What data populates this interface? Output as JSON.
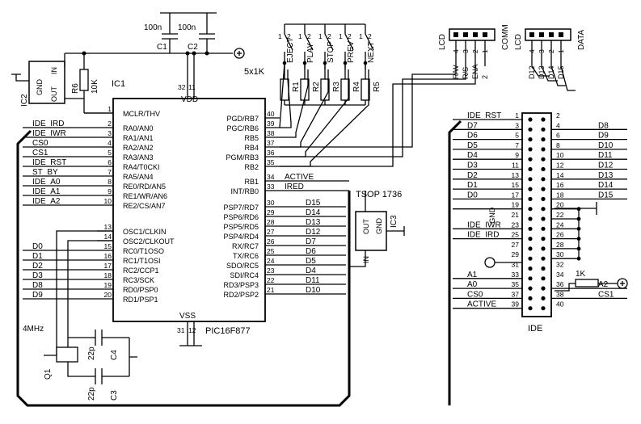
{
  "ic1": {
    "ref": "IC1",
    "name": "PIC16F877",
    "vdd": "VDD",
    "vss": "VSS",
    "vdd_pins": [
      "32",
      "11"
    ],
    "vss_pins": [
      "31",
      "12"
    ],
    "pins_left": [
      {
        "pin": "1",
        "label": "MCLR/THV",
        "net": ""
      },
      {
        "pin": "2",
        "label": "RA0/AN0",
        "net": "IDE_IRD"
      },
      {
        "pin": "3",
        "label": "RA1/AN1",
        "net": "IDE_IWR"
      },
      {
        "pin": "4",
        "label": "RA2/AN2",
        "net": "CS0"
      },
      {
        "pin": "5",
        "label": "RA3/AN3",
        "net": "CS1"
      },
      {
        "pin": "6",
        "label": "RA4/T0CKI",
        "net": "IDE_RST"
      },
      {
        "pin": "7",
        "label": "RA5/AN4",
        "net": "ST_BY"
      },
      {
        "pin": "8",
        "label": "RE0/RD/AN5",
        "net": "IDE_A0"
      },
      {
        "pin": "9",
        "label": "RE1/WR/AN6",
        "net": "IDE_A1"
      },
      {
        "pin": "10",
        "label": "RE2/CS/AN7",
        "net": "IDE_A2"
      },
      {
        "pin": "13",
        "label": "OSC1/CLKIN",
        "net": ""
      },
      {
        "pin": "14",
        "label": "OSC2/CLKOUT",
        "net": ""
      },
      {
        "pin": "15",
        "label": "RC0/T1OSO",
        "net": "D0"
      },
      {
        "pin": "16",
        "label": "RC1/T1OSI",
        "net": "D1"
      },
      {
        "pin": "17",
        "label": "RC2/CCP1",
        "net": "D2"
      },
      {
        "pin": "18",
        "label": "RC3/SCK",
        "net": "D3"
      },
      {
        "pin": "19",
        "label": "RD0/PSP0",
        "net": "D8"
      },
      {
        "pin": "20",
        "label": "RD1/PSP1",
        "net": "D9"
      }
    ],
    "pins_right": [
      {
        "pin": "40",
        "label": "PGD/RB7",
        "net": ""
      },
      {
        "pin": "39",
        "label": "PGC/RB6",
        "net": ""
      },
      {
        "pin": "38",
        "label": "RB5",
        "net": ""
      },
      {
        "pin": "37",
        "label": "RB4",
        "net": ""
      },
      {
        "pin": "36",
        "label": "PGM/RB3",
        "net": ""
      },
      {
        "pin": "35",
        "label": "RB2",
        "net": ""
      },
      {
        "pin": "34",
        "label": "RB1",
        "net": "ACTIVE"
      },
      {
        "pin": "33",
        "label": "INT/RB0",
        "net": "IRED"
      },
      {
        "pin": "30",
        "label": "PSP7/RD7",
        "net": "D15"
      },
      {
        "pin": "29",
        "label": "PSP6/RD6",
        "net": "D14"
      },
      {
        "pin": "28",
        "label": "PSP5/RD5",
        "net": "D13"
      },
      {
        "pin": "27",
        "label": "PSP4/RD4",
        "net": "D12"
      },
      {
        "pin": "26",
        "label": "RX/RC7",
        "net": "D7"
      },
      {
        "pin": "25",
        "label": "TX/RC6",
        "net": "D6"
      },
      {
        "pin": "24",
        "label": "SDO/RC5",
        "net": "D5"
      },
      {
        "pin": "23",
        "label": "SDI/RC4",
        "net": "D4"
      },
      {
        "pin": "22",
        "label": "RD3/PSP3",
        "net": "D11"
      },
      {
        "pin": "21",
        "label": "RD2/PSP2",
        "net": "D10"
      }
    ]
  },
  "ic2": {
    "ref": "IC2",
    "in": "IN",
    "out": "OUT",
    "gnd": "GND"
  },
  "ic3": {
    "ref": "IC3",
    "name": "TSOP 1736",
    "out": "OUT",
    "gnd": "GND",
    "in": "IN"
  },
  "caps_top": [
    {
      "ref": "C1",
      "value": "100n"
    },
    {
      "ref": "C2",
      "value": "100n"
    }
  ],
  "caps_xtal": [
    {
      "ref": "C4",
      "value": "22p"
    },
    {
      "ref": "C3",
      "value": "22p"
    }
  ],
  "crystal": {
    "ref": "Q1",
    "value": "4MHz"
  },
  "r6": {
    "ref": "R6",
    "value": "10K"
  },
  "r_array_note": "5x1K",
  "r_extra": {
    "ref": "A2",
    "value": "1K"
  },
  "switches": [
    {
      "name": "EJECT",
      "res": "R1"
    },
    {
      "name": "PLAY",
      "res": "R2"
    },
    {
      "name": "STOP",
      "res": "R3"
    },
    {
      "name": "PREV",
      "res": "R4"
    },
    {
      "name": "NEXT",
      "res": "R5"
    }
  ],
  "switch_pins": [
    "1",
    "2"
  ],
  "lcd_comm": {
    "label": "LCD",
    "name": "COMM",
    "pins": [
      "4",
      "3",
      "2",
      "1"
    ],
    "signals": [
      "R/W",
      "R/S",
      "ENA",
      "2"
    ]
  },
  "lcd_data": {
    "label": "LCD",
    "name": "DATA",
    "pins": [
      "4",
      "3",
      "2",
      "1"
    ],
    "signals": [
      "D12",
      "D13",
      "D14",
      "D15"
    ]
  },
  "ide": {
    "name": "IDE",
    "rows": [
      {
        "left_net": "IDE_RST",
        "lp": "1",
        "rp": "2",
        "right_net": ""
      },
      {
        "left_net": "D7",
        "lp": "3",
        "rp": "4",
        "right_net": "D8"
      },
      {
        "left_net": "D6",
        "lp": "5",
        "rp": "6",
        "right_net": "D9"
      },
      {
        "left_net": "D5",
        "lp": "7",
        "rp": "8",
        "right_net": "D10"
      },
      {
        "left_net": "D4",
        "lp": "9",
        "rp": "10",
        "right_net": "D11"
      },
      {
        "left_net": "D3",
        "lp": "11",
        "rp": "12",
        "right_net": "D12"
      },
      {
        "left_net": "D2",
        "lp": "13",
        "rp": "14",
        "right_net": "D13"
      },
      {
        "left_net": "D1",
        "lp": "15",
        "rp": "16",
        "right_net": "D14"
      },
      {
        "left_net": "D0",
        "lp": "17",
        "rp": "18",
        "right_net": "D15"
      },
      {
        "left_net": "GND",
        "lp": "19",
        "rp": "20",
        "right_net": ""
      },
      {
        "left_net": "",
        "lp": "21",
        "rp": "22",
        "right_net": ""
      },
      {
        "left_net": "IDE_IWR",
        "lp": "23",
        "rp": "24",
        "right_net": ""
      },
      {
        "left_net": "IDE_IRD",
        "lp": "25",
        "rp": "26",
        "right_net": ""
      },
      {
        "left_net": "",
        "lp": "27",
        "rp": "28",
        "right_net": ""
      },
      {
        "left_net": "",
        "lp": "29",
        "rp": "30",
        "right_net": ""
      },
      {
        "left_net": "",
        "lp": "31",
        "rp": "32",
        "right_net": ""
      },
      {
        "left_net": "A1",
        "lp": "33",
        "rp": "34",
        "right_net": ""
      },
      {
        "left_net": "A0",
        "lp": "35",
        "rp": "36",
        "right_net": "A2"
      },
      {
        "left_net": "CS0",
        "lp": "37",
        "rp": "38",
        "right_net": "CS1"
      },
      {
        "left_net": "ACTIVE",
        "lp": "39",
        "rp": "40",
        "right_net": ""
      }
    ]
  }
}
